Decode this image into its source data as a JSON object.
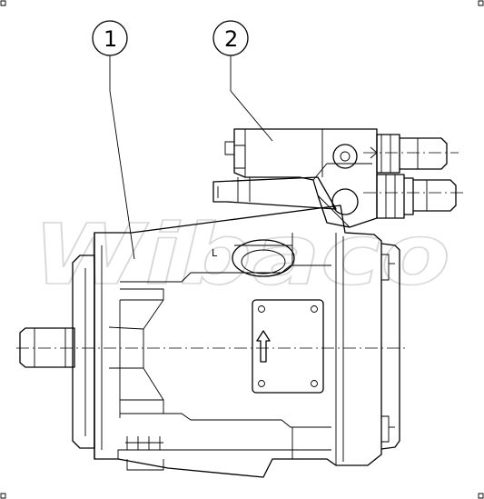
{
  "callouts": [
    {
      "number": "1"
    },
    {
      "number": "2"
    }
  ],
  "port_label": "L",
  "watermark": "Wibaco",
  "colors": {
    "line": "#000000",
    "background": "#ffffff",
    "watermark": "#d9d9d9"
  }
}
